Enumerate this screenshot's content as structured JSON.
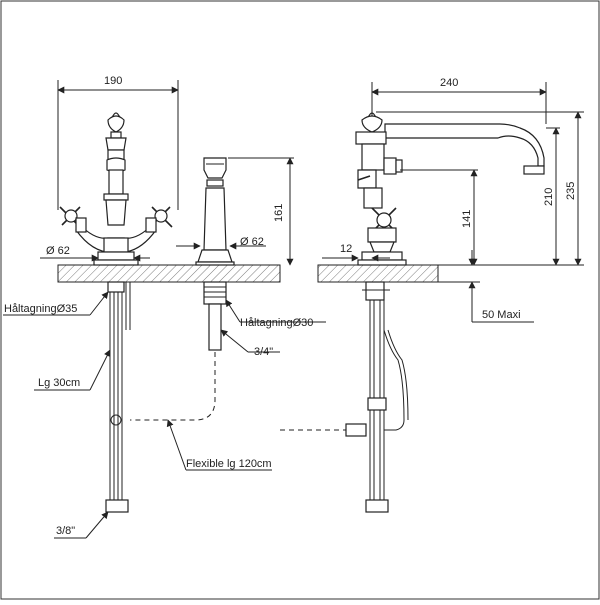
{
  "dimensions": {
    "width_left": "190",
    "width_right": "240",
    "diameter_left": "Ø 62",
    "diameter_right": "Ø 62",
    "height_shower": "161",
    "height_spout": "141",
    "height_total": "210",
    "height_max": "235",
    "offset": "12"
  },
  "annotations": {
    "hole_left": "HåltagningØ35",
    "hole_right": "HåltagningØ30",
    "thread_shower": "3/4\"",
    "length_hose": "Lg 30cm",
    "flexible": "Flexible lg 120cm",
    "thread_inlet": "3/8\"",
    "max_thickness": "50 Maxi"
  }
}
